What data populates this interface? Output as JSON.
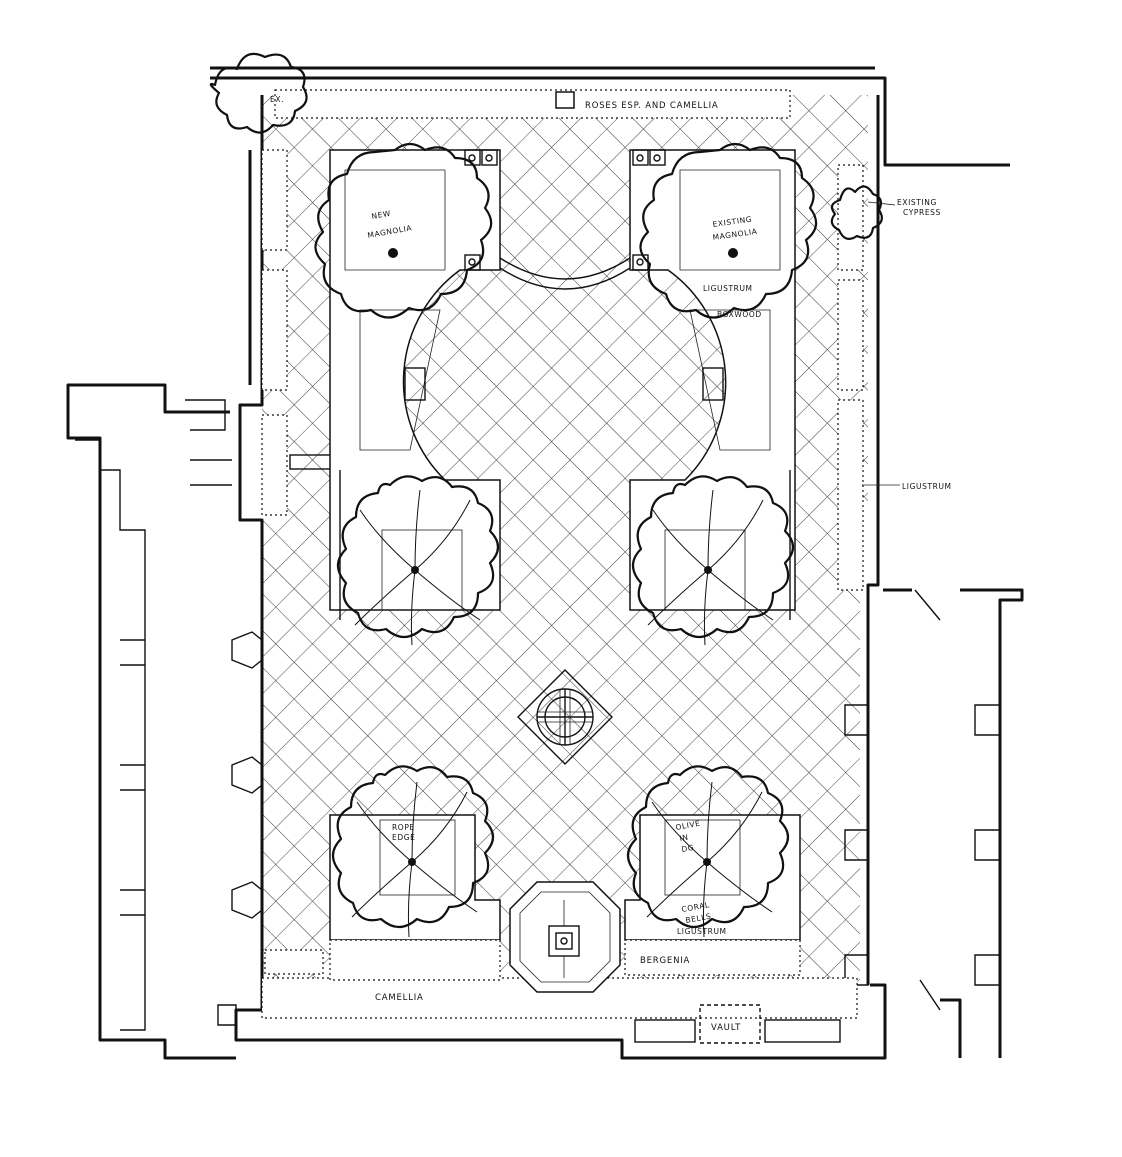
{
  "plan": {
    "labels": {
      "ex": "EX.",
      "roses": "ROSES ESP. AND CAMELLIA",
      "existing_cypress_1": "EXISTING",
      "existing_cypress_2": "CYPRESS",
      "new_magnolia_1": "NEW",
      "new_magnolia_2": "MAGNOLIA",
      "existing_magnolia_1": "EXISTING",
      "existing_magnolia_2": "MAGNOLIA",
      "ligustrum_top": "LIGUSTRUM",
      "boxwood": "BOXWOOD",
      "ligustrum_right": "LIGUSTRUM",
      "rope_edge_1": "ROPE",
      "rope_edge_2": "EDGE",
      "olive_1": "OLIVE",
      "olive_2": "IN",
      "olive_3": "DG",
      "coral_bells_1": "CORAL",
      "coral_bells_2": "BELLS",
      "ligustrum_bottom": "LIGUSTRUM",
      "bergenia": "BERGENIA",
      "camellia": "CAMELLIA",
      "vault": "VAULT"
    }
  }
}
